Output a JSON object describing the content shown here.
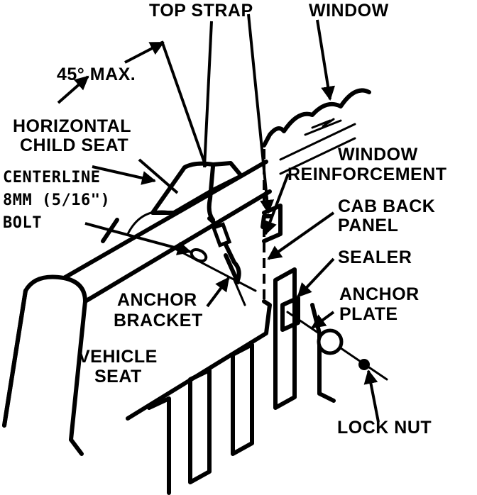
{
  "labels": {
    "top_strap": "TOP STRAP",
    "window": "WINDOW",
    "max_angle": "45° MAX.",
    "horizontal_child_seat_1": "HORIZONTAL",
    "horizontal_child_seat_2": "CHILD SEAT",
    "window_reinforcement_1": "WINDOW",
    "window_reinforcement_2": "REINFORCEMENT",
    "centerline": "CENTERLINE",
    "bolt_size": "8MM (5/16\")",
    "bolt": "BOLT",
    "cab_back_panel_1": "CAB BACK",
    "cab_back_panel_2": "PANEL",
    "sealer": "SEALER",
    "anchor_plate_1": "ANCHOR",
    "anchor_plate_2": "PLATE",
    "anchor_bracket_1": "ANCHOR",
    "anchor_bracket_2": "BRACKET",
    "vehicle_seat_1": "VEHICLE",
    "vehicle_seat_2": "SEAT",
    "lock_nut": "LOCK NUT"
  },
  "colors": {
    "ink": "#000000",
    "paper": "#ffffff"
  }
}
